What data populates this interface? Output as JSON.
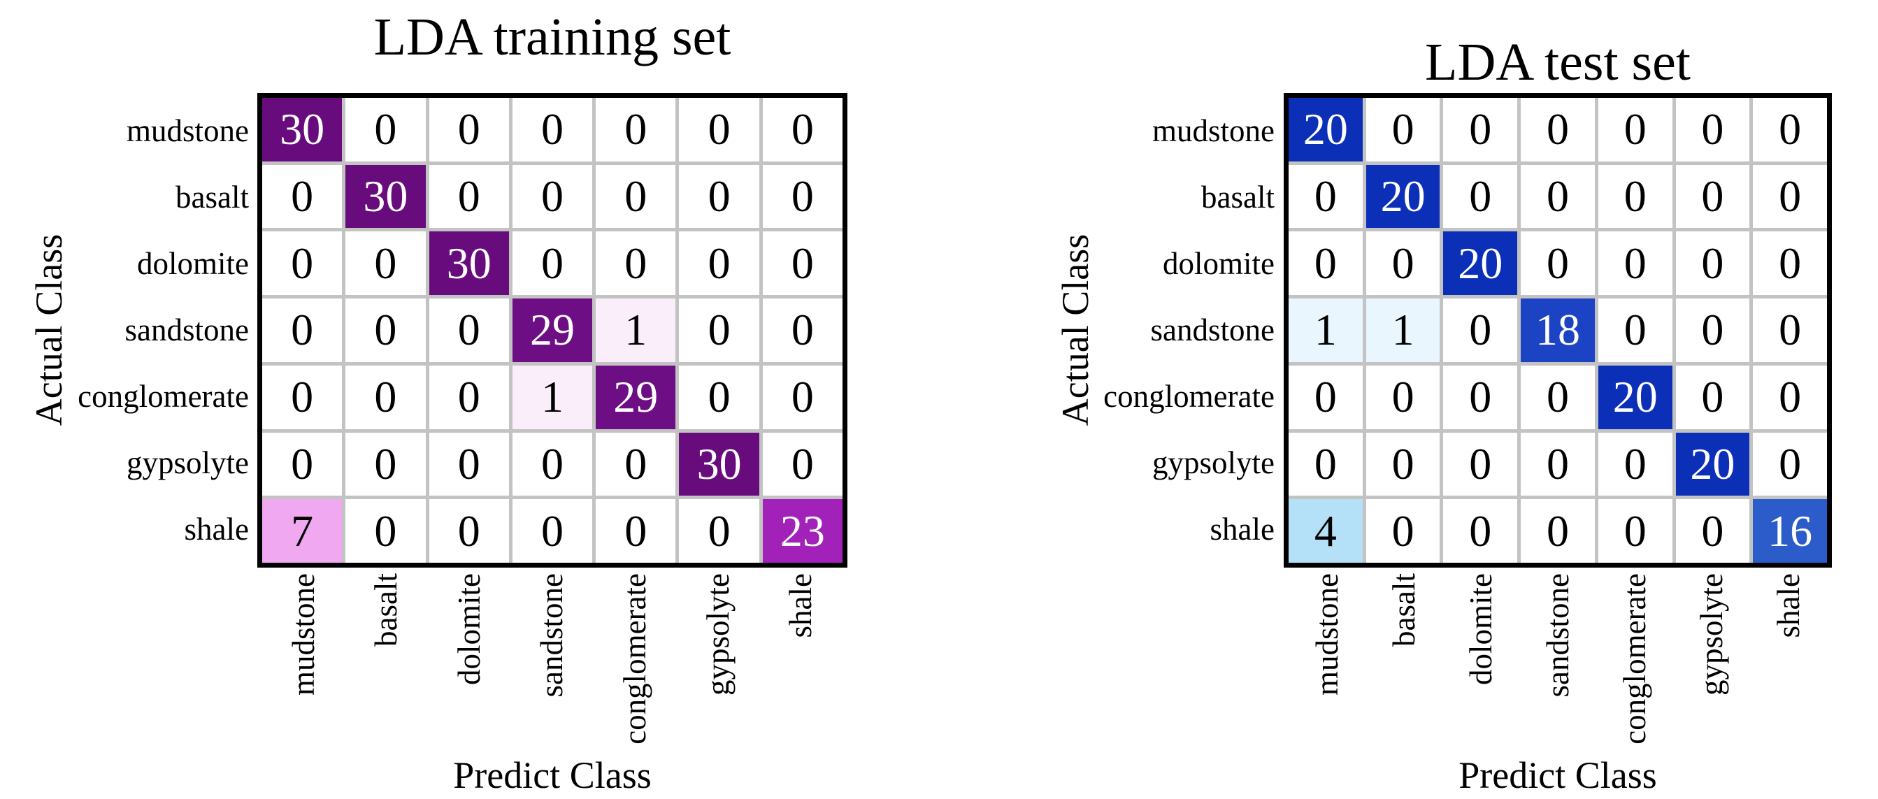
{
  "page": {
    "background": "#ffffff"
  },
  "chart_data": [
    {
      "type": "heatmap",
      "title": "LDA training set",
      "xlabel": "Predict Class",
      "ylabel": "Actual Class",
      "categories": [
        "mudstone",
        "basalt",
        "dolomite",
        "sandstone",
        "conglomerate",
        "gypsolyte",
        "shale"
      ],
      "matrix": [
        [
          30,
          0,
          0,
          0,
          0,
          0,
          0
        ],
        [
          0,
          30,
          0,
          0,
          0,
          0,
          0
        ],
        [
          0,
          0,
          30,
          0,
          0,
          0,
          0
        ],
        [
          0,
          0,
          0,
          29,
          1,
          0,
          0
        ],
        [
          0,
          0,
          0,
          1,
          29,
          0,
          0
        ],
        [
          0,
          0,
          0,
          0,
          0,
          30,
          0
        ],
        [
          7,
          0,
          0,
          0,
          0,
          0,
          23
        ]
      ],
      "cell_colors": {
        "0": "#ffffff",
        "1": "#fbeefb",
        "7": "#f0a9f1",
        "23": "#a221b8",
        "29": "#6d0e84",
        "30": "#680c7d"
      },
      "white_text_values": [
        23,
        29,
        30
      ],
      "grid_color": "#c3c3c3",
      "border_color": "#000000",
      "legend": "none",
      "grid": "on"
    },
    {
      "type": "heatmap",
      "title": "LDA test set",
      "xlabel": "Predict Class",
      "ylabel": "Actual Class",
      "categories": [
        "mudstone",
        "basalt",
        "dolomite",
        "sandstone",
        "conglomerate",
        "gypsolyte",
        "shale"
      ],
      "matrix": [
        [
          20,
          0,
          0,
          0,
          0,
          0,
          0
        ],
        [
          0,
          20,
          0,
          0,
          0,
          0,
          0
        ],
        [
          0,
          0,
          20,
          0,
          0,
          0,
          0
        ],
        [
          1,
          1,
          0,
          18,
          0,
          0,
          0
        ],
        [
          0,
          0,
          0,
          0,
          20,
          0,
          0
        ],
        [
          0,
          0,
          0,
          0,
          0,
          20,
          0
        ],
        [
          4,
          0,
          0,
          0,
          0,
          0,
          16
        ]
      ],
      "cell_colors": {
        "0": "#ffffff",
        "1": "#e9f6fd",
        "4": "#b4e1f8",
        "16": "#2c5cc9",
        "18": "#1d43c5",
        "20": "#0c2fb7"
      },
      "white_text_values": [
        16,
        18,
        20
      ],
      "grid_color": "#c3c3c3",
      "border_color": "#000000",
      "legend": "none",
      "grid": "on"
    }
  ]
}
